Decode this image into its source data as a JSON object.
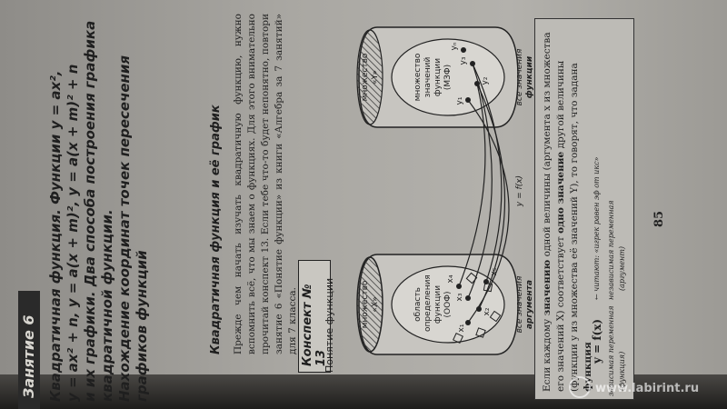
{
  "tab": {
    "label": "Занятие 6"
  },
  "heading": {
    "line1": "Квадратичная функция. Функции y = ax²,",
    "line2": "y = ax² + n, y = a(x + m)², y = a(x + m)² + n",
    "line3": "и их графики. Два способа построения графика",
    "line4": "квадратичной функции.",
    "line5": "Нахождение координат точек пересечения",
    "line6": "графиков функций"
  },
  "section": {
    "title": "Квадратичная функция и её график",
    "intro": "Прежде чем начать изучать квадратичную функцию, нужно вспомнить всё, что мы знаем о функциях. Для этого внимательно прочитай конспект 13. Если тебе что-то будет непонятно, повтори занятие 6 «Понятие функции» из книги «Алгебра за 7 занятий» для 7 класса."
  },
  "konspekt": {
    "title": "Конспект № 13",
    "subtitle": "Понятие функции"
  },
  "diagram": {
    "set_x_label": "множество «X»",
    "set_y_label": "множество «Y»",
    "domain_label": "область определения функции (ООФ)",
    "range_label": "множество значений функции (МЗФ)",
    "x_points": [
      "x₁",
      "x₂",
      "x₃",
      "x₄",
      "x₅"
    ],
    "y_points": [
      "y₁",
      "y₂",
      "y₃",
      "yₙ"
    ],
    "arg_caption_top": "все значения",
    "arg_caption_bottom": "аргумента",
    "mapping": "y = f(x)",
    "func_caption_top": "все значения",
    "func_caption_bottom": "функции"
  },
  "definition": {
    "p1": "Если каждому ",
    "p1b": "значению",
    "p2": " одной величины (аргумента x из множества его значений X) соответствует ",
    "p2b": "одно значение",
    "p3": " другой величины (функции y из множества её значений Y), то говорят, что задана ",
    "p3b": "функция"
  },
  "formula": {
    "expr": "y = f(x)",
    "reads": "← читают: «игрек равен эф от икс»",
    "dependent": "зависимая переменная",
    "dependent_sub": "(функция)",
    "independent": "независимая переменная",
    "independent_sub": "(аргумент)"
  },
  "page_number": "85",
  "watermark": "www.labirint.ru"
}
